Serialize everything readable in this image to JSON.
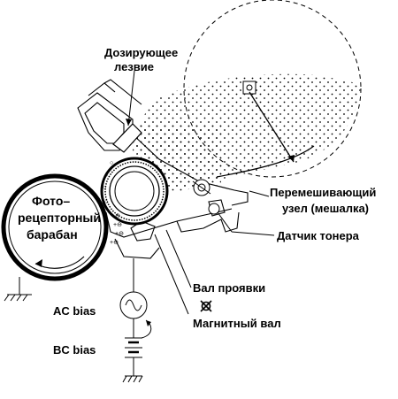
{
  "labels": {
    "doctor_blade_line1": "Дозирующее",
    "doctor_blade_line2": "лезвие",
    "mixer_line1": "Перемешивающий",
    "mixer_line2": "узел (мешалка)",
    "toner_sensor": "Датчик тонера",
    "dev_roller": "Вал проявки",
    "magnetic_roller": "Магнитный вал",
    "drum_line1": "Фото–",
    "drum_line2": "рецепторный",
    "drum_line3": "барабан",
    "ac_bias": "AC bias",
    "bc_bias": "BC bias"
  }
}
